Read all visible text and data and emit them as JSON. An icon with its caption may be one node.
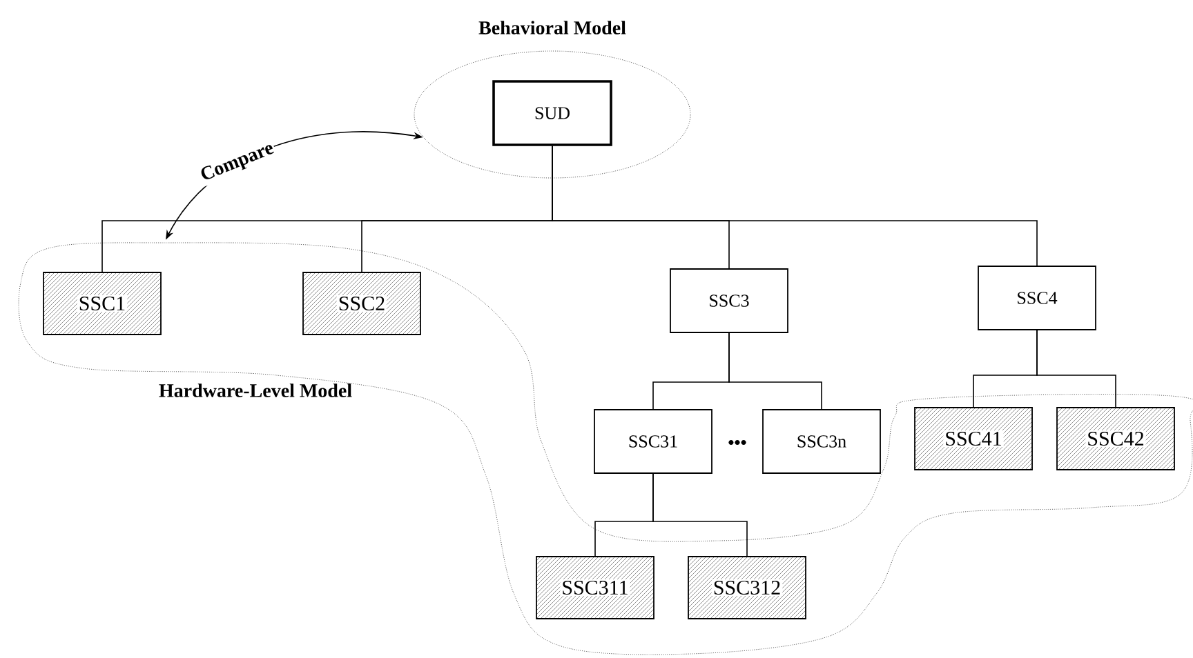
{
  "diagram": {
    "nodes": [
      {
        "text": [
          "Behavioral Model"
        ]
      },
      {
        "text": [
          "SUD"
        ],
        "in": 0
      },
      {
        "text": [
          "Hardware-Level Model"
        ]
      },
      {
        "text": [
          "SSC1"
        ],
        "in": 2
      },
      {
        "text": [
          "SSC2"
        ],
        "in": 2
      },
      {
        "text": [
          "SSC3"
        ]
      },
      {
        "text": [
          "SSC4"
        ]
      },
      {
        "text": [
          "SSC31"
        ]
      },
      {
        "text": [
          "SSC3n"
        ]
      },
      {
        "text": [
          "SSC41"
        ],
        "in": 2
      },
      {
        "text": [
          "SSC42"
        ],
        "in": 2
      },
      {
        "text": [
          "SSC311"
        ],
        "in": 2
      },
      {
        "text": [
          "SSC312"
        ],
        "in": 2
      }
    ],
    "edges": [
      {
        "from": 1,
        "to": 3,
        "arrow": "none"
      },
      {
        "from": 1,
        "to": 4,
        "arrow": "none"
      },
      {
        "from": 1,
        "to": 5,
        "arrow": "none"
      },
      {
        "from": 1,
        "to": 6,
        "arrow": "none"
      },
      {
        "from": 5,
        "to": 7,
        "arrow": "none"
      },
      {
        "from": 5,
        "to": 8,
        "arrow": "none"
      },
      {
        "from": 6,
        "to": 9,
        "arrow": "none"
      },
      {
        "from": 6,
        "to": 10,
        "arrow": "none"
      },
      {
        "from": 7,
        "to": 11,
        "arrow": "none"
      },
      {
        "from": 7,
        "to": 12,
        "arrow": "none"
      },
      {
        "from": 0,
        "to": 2,
        "arrow": "both",
        "label": "Compare"
      }
    ],
    "labels": [
      "•••"
    ]
  }
}
